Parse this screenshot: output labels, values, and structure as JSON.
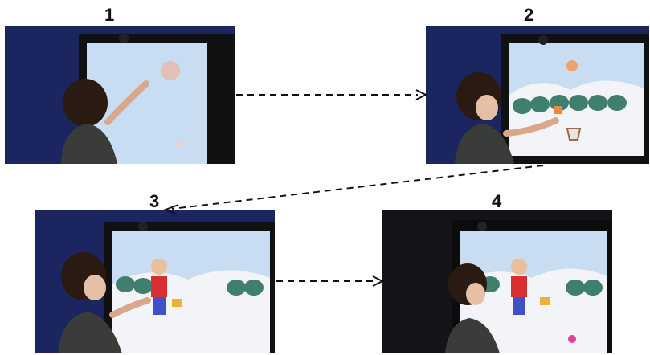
{
  "steps": [
    {
      "number": "1",
      "scene": "tap-bubble"
    },
    {
      "number": "2",
      "scene": "drag-fruit-to-basket"
    },
    {
      "number": "3",
      "scene": "dress-character"
    },
    {
      "number": "4",
      "scene": "observe-character"
    }
  ],
  "colors": {
    "wall": "#1b2560",
    "bezel": "#111111",
    "screen_sky": "#c8dcf2",
    "hill": "#f2f4f8",
    "bush": "#3f7f6e",
    "arrow": "#111111"
  },
  "icons": [
    "arrow-right-icon",
    "arrow-diagonal-icon",
    "arrow-right-icon"
  ]
}
